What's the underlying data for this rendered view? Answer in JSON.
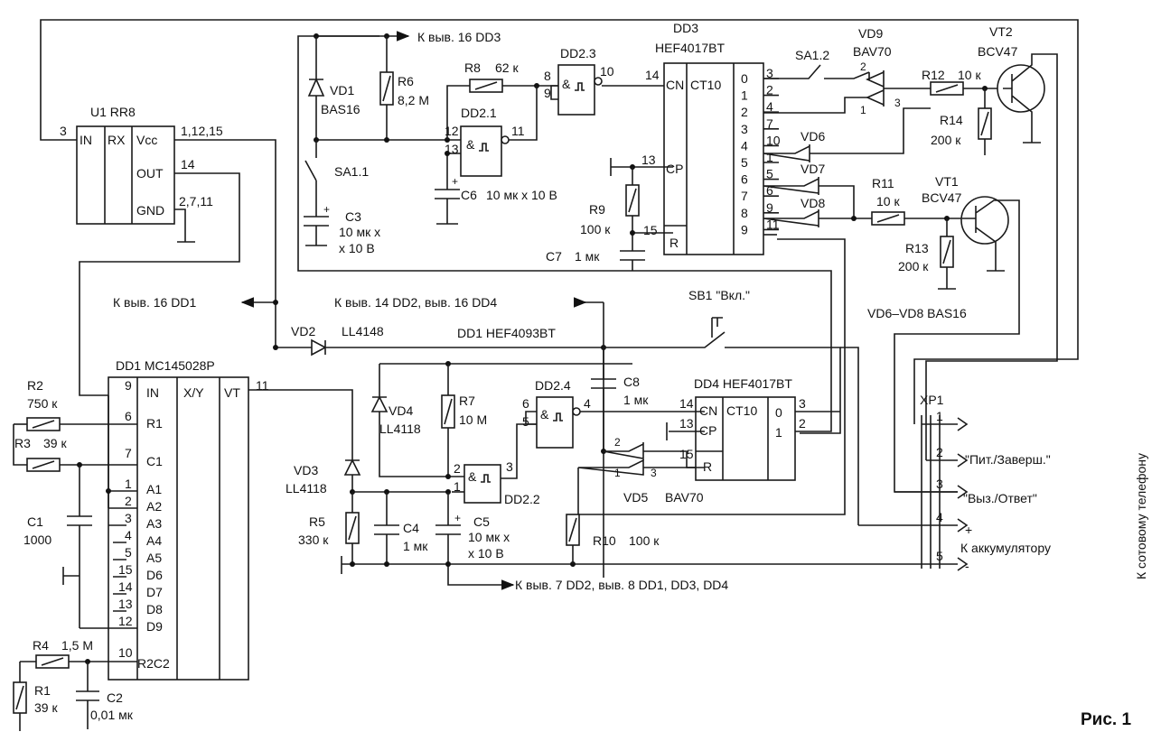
{
  "figure_caption": "Рис. 1",
  "phone_label": "К сотовому телефону",
  "components": {
    "U1": {
      "name": "U1 RR8",
      "pins": [
        "IN",
        "RX",
        "Vcc",
        "OUT",
        "GND"
      ],
      "pin_numbers": [
        "3",
        "1,12,15",
        "14",
        "2,7,11"
      ]
    },
    "DD1": {
      "name": "DD1  MC145028P",
      "cols": [
        "IN",
        "X/Y",
        "VT"
      ],
      "pins": [
        "R1",
        "C1",
        "A1",
        "A2",
        "A3",
        "A4",
        "A5",
        "D6",
        "D7",
        "D8",
        "D9",
        "R2C2"
      ],
      "pin_numbers": [
        "9",
        "6",
        "7",
        "1",
        "2",
        "3",
        "4",
        "5",
        "15",
        "14",
        "13",
        "12",
        "10",
        "11"
      ]
    },
    "DD1_gates": "DD1 HEF4093BT",
    "DD3": {
      "name": "DD3\nHEF4017BT",
      "line1": "DD3",
      "line2": "HEF4017BT",
      "ct": "CT10",
      "inputs": [
        "CN",
        "CP",
        "R"
      ],
      "in_pins": [
        "14",
        "13",
        "15"
      ],
      "outs": [
        "0",
        "1",
        "2",
        "3",
        "4",
        "5",
        "6",
        "7",
        "8",
        "9"
      ],
      "out_pins": [
        "3",
        "2",
        "4",
        "7",
        "10",
        "1",
        "5",
        "6",
        "9",
        "11"
      ]
    },
    "DD4": {
      "name": "DD4  HEF4017BT",
      "ct": "CT10",
      "inputs": [
        "CN",
        "CP",
        "R"
      ],
      "in_pins": [
        "14",
        "13",
        "15"
      ],
      "outs": [
        "0",
        "1"
      ],
      "out_pins": [
        "3",
        "2"
      ]
    },
    "DD2_1": {
      "name": "DD2.1",
      "pins": [
        "12",
        "13",
        "11"
      ]
    },
    "DD2_2": {
      "name": "DD2.2",
      "pins": [
        "2",
        "1",
        "3"
      ]
    },
    "DD2_3": {
      "name": "DD2.3",
      "pins": [
        "8",
        "9",
        "10"
      ]
    },
    "DD2_4": {
      "name": "DD2.4",
      "pins": [
        "6",
        "5",
        "4"
      ]
    },
    "gate_symbol": "&",
    "VD1": {
      "ref": "VD1",
      "part": "BAS16"
    },
    "VD2": {
      "ref": "VD2",
      "part": "LL4148"
    },
    "VD3": {
      "ref": "VD3",
      "part": "LL4118"
    },
    "VD4": {
      "ref": "VD4",
      "part": "LL4118"
    },
    "VD5": {
      "ref": "VD5",
      "part": "BAV70"
    },
    "VD6": "VD6",
    "VD7": "VD7",
    "VD8": "VD8",
    "VD9": {
      "ref": "VD9",
      "part": "BAV70"
    },
    "VD_note": "VD6–VD8 BAS16",
    "VT1": {
      "ref": "VT1",
      "part": "BCV47"
    },
    "VT2": {
      "ref": "VT2",
      "part": "BCV47"
    },
    "R1": {
      "ref": "R1",
      "val": "39 к"
    },
    "R2": {
      "ref": "R2",
      "val": "750 к"
    },
    "R3": {
      "ref": "R3",
      "val": "39 к"
    },
    "R4": {
      "ref": "R4",
      "val": "1,5 М"
    },
    "R5": {
      "ref": "R5",
      "val": "330 к"
    },
    "R6": {
      "ref": "R6",
      "val": "8,2 М"
    },
    "R7": {
      "ref": "R7",
      "val": "10 М"
    },
    "R8": {
      "ref": "R8",
      "val": "62 к"
    },
    "R9": {
      "ref": "R9",
      "val": "100 к"
    },
    "R10": {
      "ref": "R10",
      "val": "100 к"
    },
    "R11": {
      "ref": "R11",
      "val": "10 к"
    },
    "R12": {
      "ref": "R12",
      "val": "10 к"
    },
    "R13": {
      "ref": "R13",
      "val": "200 к"
    },
    "R14": {
      "ref": "R14",
      "val": "200 к"
    },
    "C1": {
      "ref": "C1",
      "val": "1000"
    },
    "C2": {
      "ref": "C2",
      "val": "0,01 мк"
    },
    "C3": {
      "ref": "C3",
      "val1": "10 мк х",
      "val2": "х 10 В"
    },
    "C4": {
      "ref": "C4",
      "val": "1 мк"
    },
    "C5": {
      "ref": "C5",
      "val1": "10 мк х",
      "val2": "х 10 В"
    },
    "C6": {
      "ref": "C6",
      "val": "10 мк х 10 В"
    },
    "C7": {
      "ref": "C7",
      "val": "1 мк"
    },
    "C8": {
      "ref": "C8",
      "val": "1 мк"
    },
    "SA1_1": "SA1.1",
    "SA1_2": "SA1.2",
    "SB1": "SB1 \"Вкл.\"",
    "XP1": {
      "ref": "XP1",
      "pins": [
        "1",
        "2",
        "3",
        "4",
        "5"
      ],
      "labels": [
        "\"Пит./Заверш.\"",
        "\"Выз./Ответ\"",
        "К аккумулятору"
      ],
      "plus": "+",
      "minus": "-"
    }
  },
  "notes": {
    "to_dd3": "К выв. 16 DD3",
    "to_dd1": "К выв. 16 DD1",
    "to_dd2_dd4": "К выв. 14 DD2, выв. 16 DD4",
    "to_gnd": "К выв. 7 DD2, выв. 8 DD1, DD3, DD4"
  }
}
